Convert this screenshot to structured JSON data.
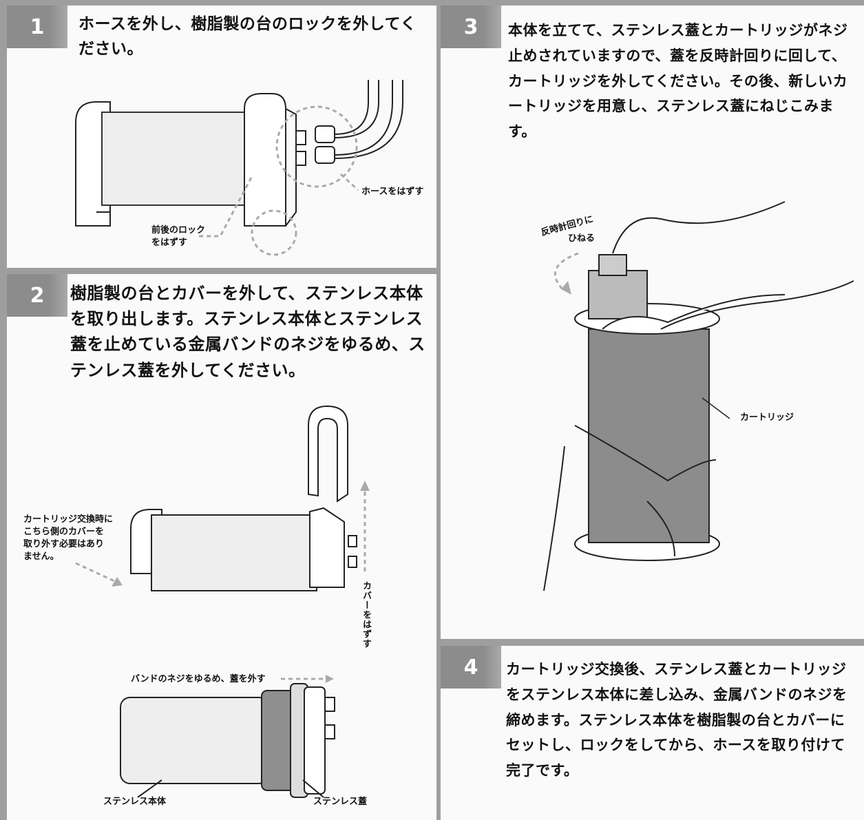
{
  "steps": [
    {
      "num": "1",
      "text": "ホースを外し、樹脂製の台のロックを外してください。"
    },
    {
      "num": "2",
      "text": "樹脂製の台とカバーを外して、ステンレス本体を取り出します。ステンレス本体とステンレス蓋を止めている金属バンドのネジをゆるめ、ステンレス蓋を外してください。"
    },
    {
      "num": "3",
      "text": "本体を立てて、ステンレス蓋とカートリッジがネジ止めされていますので、蓋を反時計回りに回して、カートリッジを外してください。その後、新しいカートリッジを用意し、ステンレス蓋にねじこみます。"
    },
    {
      "num": "4",
      "text": "カートリッジ交換後、ステンレス蓋とカートリッジをステンレス本体に差し込み、金属バンドのネジを締めます。ステンレス本体を樹脂製の台とカバーにセットし、ロックをしてから、ホースを取り付けて完了です。"
    }
  ],
  "labels": {
    "hose_remove": "ホースをはずす",
    "lock_remove_1": "前後のロック",
    "lock_remove_2": "をはずす",
    "cover_note_1": "カートリッジ交換時に",
    "cover_note_2": "こちら側のカバーを",
    "cover_note_3": "取り外す必要はあり",
    "cover_note_4": "ません。",
    "cover_remove": "カバーをはずす",
    "band_loosen": "バンドのネジをゆるめ、蓋を外す",
    "stainless_body": "ステンレス本体",
    "stainless_lid": "ステンレス蓋",
    "ccw_1": "反時計回りに",
    "ccw_2": "ひねる",
    "cartridge": "カートリッジ"
  }
}
